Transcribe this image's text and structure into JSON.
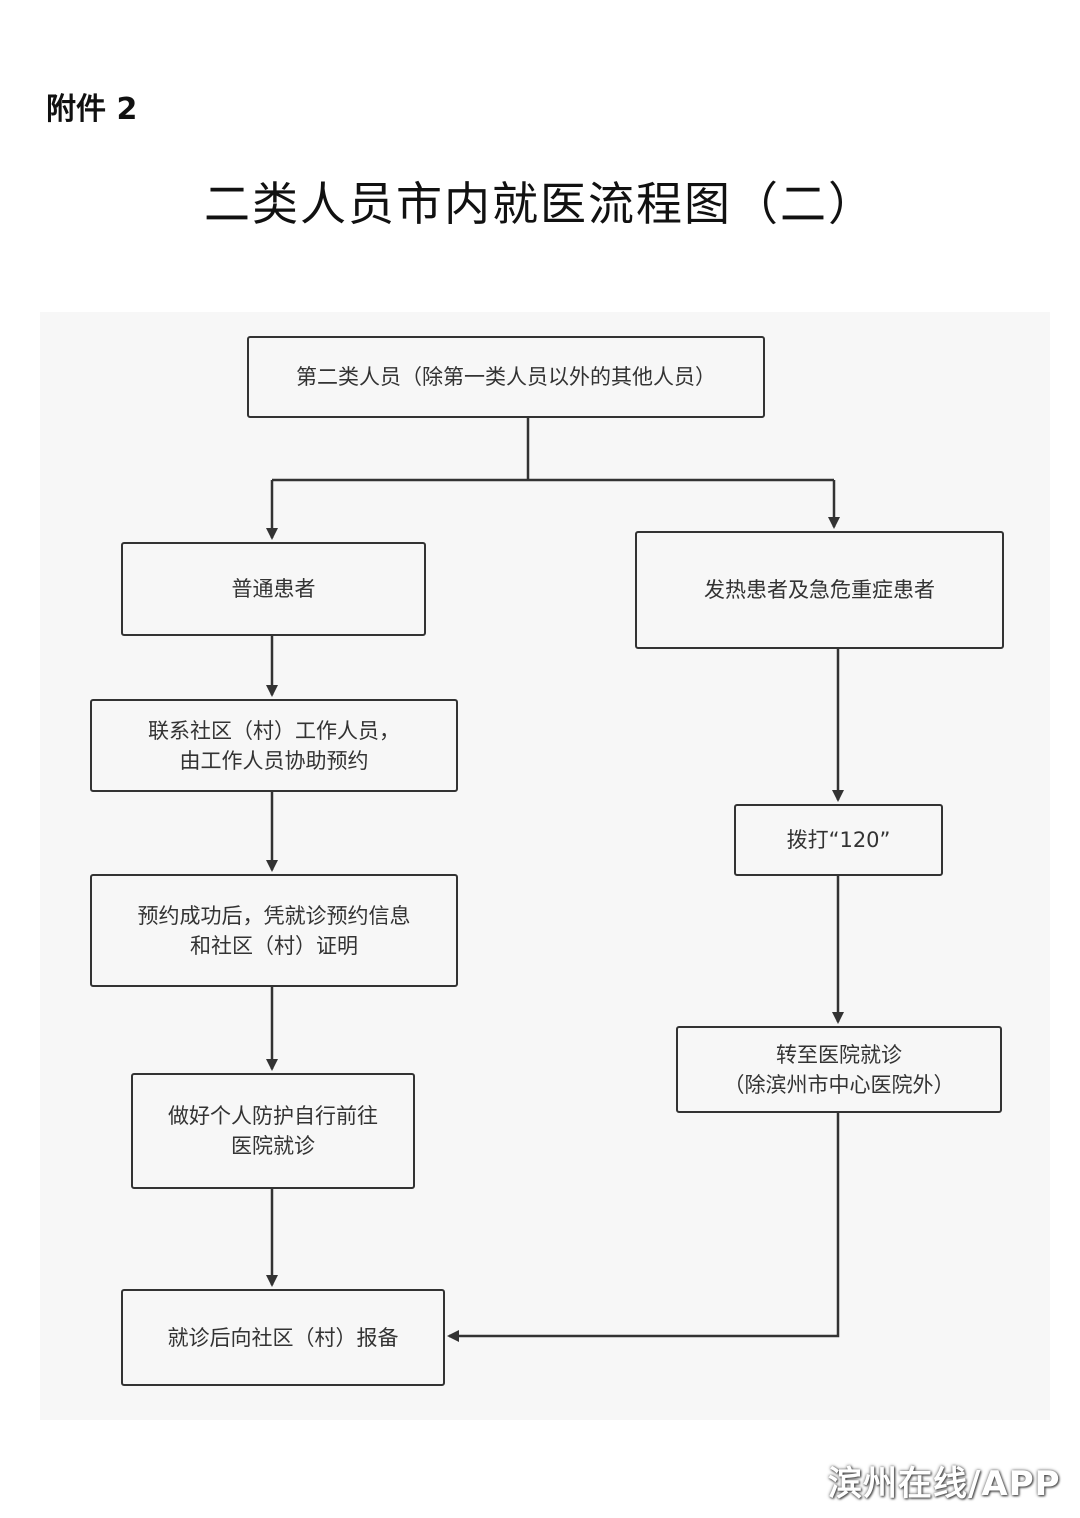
{
  "header": {
    "attachment": "附件 2",
    "title": "二类人员市内就医流程图（二）"
  },
  "nodes": {
    "start": "第二类人员（除第一类人员以外的其他人员）",
    "normal": "普通患者",
    "fever": "发热患者及急危重症患者",
    "contact": "联系社区（村）工作人员，\n由工作人员协助预约",
    "call": "拨打“120”",
    "after_booking": "预约成功后，凭就诊预约信息\n和社区（村）证明",
    "transfer": "转至医院就诊\n（除滨州市中心医院外）",
    "self_protect": "做好个人防护自行前往\n医院就诊",
    "report": "就诊后向社区（村）报备"
  },
  "watermark": "滨州在线/APP",
  "colors": {
    "line": "#333333",
    "box_fill": "#f7f7f7"
  }
}
